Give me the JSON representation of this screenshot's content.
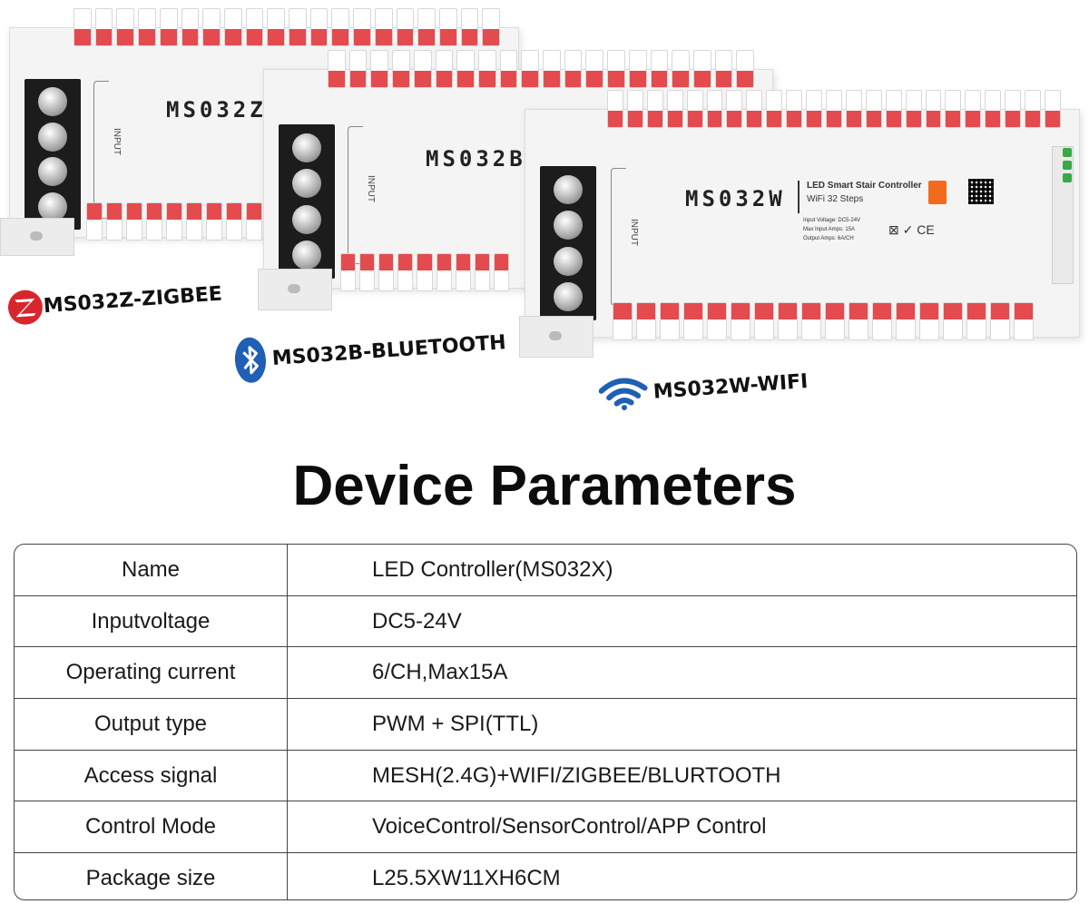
{
  "devices": [
    {
      "model": "MS032Z",
      "badge": "MS032Z-ZIGBEE",
      "icon": "zigbee-icon"
    },
    {
      "model": "MS032B",
      "badge": "MS032B-BLUETOOTH",
      "icon": "bluetooth-icon"
    },
    {
      "model": "MS032W",
      "badge": "MS032W-WIFI",
      "icon": "wifi-icon",
      "panel_title": "LED Smart Stair Controller",
      "panel_subtitle": "WiFi 32 Steps",
      "specs": [
        "Input Voltage: DC5-24V",
        "Max Input Amps: 15A",
        "Output Amps: 6A/CH"
      ]
    }
  ],
  "input_label": "INPUT",
  "colors": {
    "zigbee": "#d8262d",
    "bluetooth": "#1f5fb6",
    "wifi": "#1f5fb6",
    "pin_red": "#e34b4f"
  },
  "heading": "Device Parameters",
  "parameters": [
    {
      "label": "Name",
      "value": "LED Controller(MS032X)"
    },
    {
      "label": "Inputvoltage",
      "value": "DC5-24V"
    },
    {
      "label": "Operating current",
      "value": "6/CH,Max15A"
    },
    {
      "label": "Output type",
      "value": "PWM + SPI(TTL)"
    },
    {
      "label": "Access signal",
      "value": "MESH(2.4G)+WIFI/ZIGBEE/BLURTOOTH"
    },
    {
      "label": "Control Mode",
      "value": "VoiceControl/SensorControl/APP Control"
    },
    {
      "label": "Package size",
      "value": "L25.5XW11XH6CM"
    }
  ]
}
